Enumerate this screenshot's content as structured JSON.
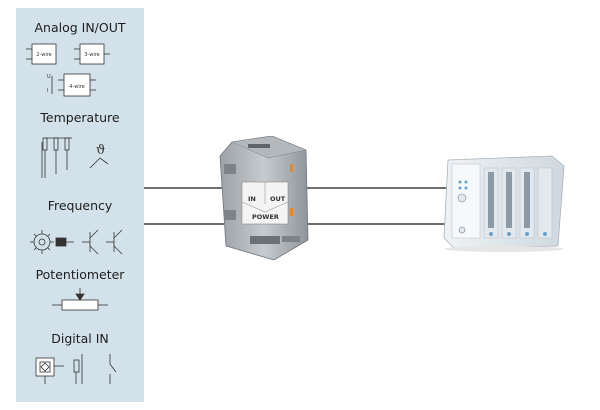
{
  "panel": {
    "sections": [
      {
        "title": "Analog IN/OUT",
        "subs": [
          "2-wire",
          "3-wire",
          "4-wire"
        ],
        "marks": [
          "U",
          "I"
        ]
      },
      {
        "title": "Temperature",
        "marks": [
          "ϑ"
        ]
      },
      {
        "title": "Frequency"
      },
      {
        "title": "Potentiometer"
      },
      {
        "title": "Digital IN"
      }
    ]
  },
  "module": {
    "in_label": "IN",
    "out_label": "OUT",
    "power_label": "POWER"
  },
  "colors": {
    "panel_bg": "#d3e2ea",
    "wire": "#1a1a1a",
    "module_body": "#b9bec2",
    "plc_body": "#e8eef2",
    "accent": "#e08a2c"
  }
}
